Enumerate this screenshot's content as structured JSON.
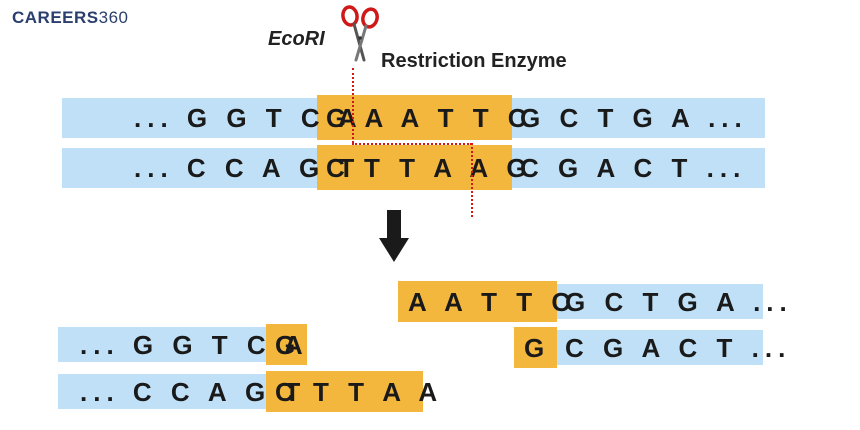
{
  "logo": {
    "brand": "CAREERS",
    "number": "360"
  },
  "enzyme": {
    "name": "EcoRI",
    "label": "Restriction Enzyme"
  },
  "original": {
    "top": {
      "left": "... G G T C A",
      "site": "G A A T T C",
      "right": "G C T G A ..."
    },
    "bottom": {
      "left": "... C C A G T",
      "site": "C T T A A G",
      "right": "C G A C T ..."
    }
  },
  "fragment_right": {
    "top": {
      "site": "A A T T C",
      "right": "G C T G A ..."
    },
    "bottom": {
      "site": "G",
      "right": "C G A C T ..."
    }
  },
  "fragment_left": {
    "top": {
      "left": "... G G T C A",
      "site": "G"
    },
    "bottom": {
      "left": "... C C A G T",
      "site": "C T T A A"
    }
  },
  "colors": {
    "strand": "#bfe0f6",
    "site": "#f4b73d",
    "cut_line": "#d01818"
  },
  "icons": [
    "scissors-icon",
    "down-arrow-icon"
  ]
}
